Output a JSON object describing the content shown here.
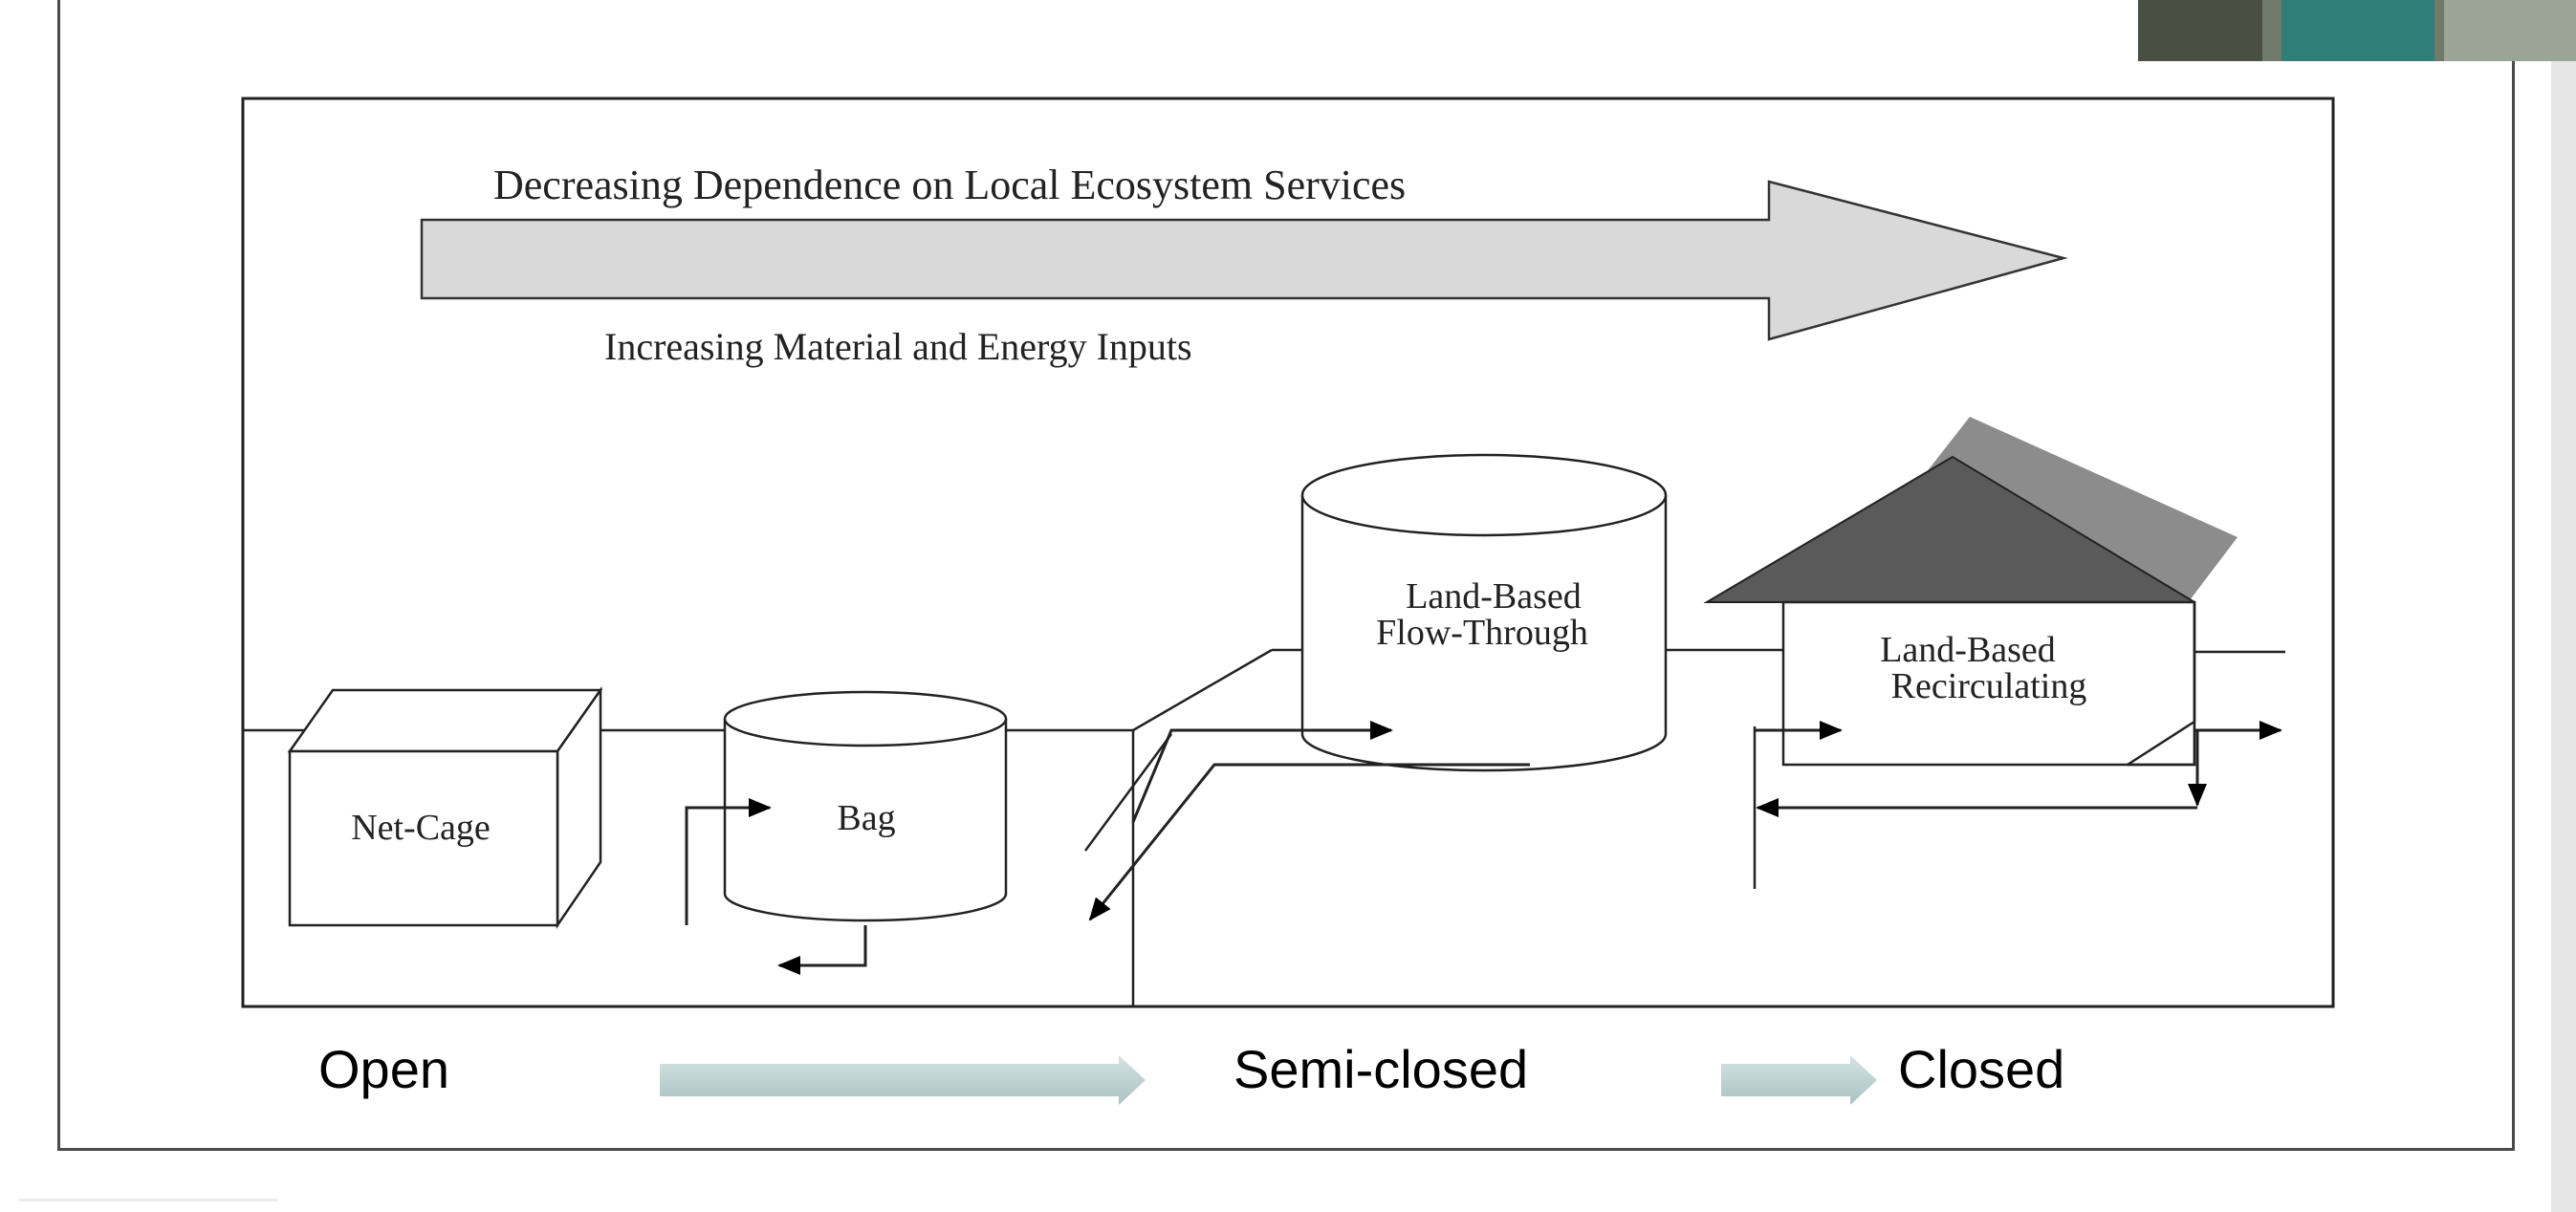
{
  "diagram": {
    "top_arrow_text": "Decreasing Dependence on Local Ecosystem Services",
    "bottom_arrow_text": "Increasing Material and Energy Inputs",
    "systems": {
      "net_cage": "Net-Cage",
      "bag": "Bag",
      "flow_through_line1": "Land-Based",
      "flow_through_line2": "Flow-Through",
      "recirculating_line1": "Land-Based",
      "recirculating_line2": "Recirculating"
    }
  },
  "scale": {
    "open": "Open",
    "semi_closed": "Semi-closed",
    "closed": "Closed"
  },
  "colors": {
    "arrow_fill": "#d9d9d9",
    "roof_dark": "#5a5a5a",
    "roof_light": "#8c8c8c",
    "scale_arrow": "#b9cfd0"
  }
}
